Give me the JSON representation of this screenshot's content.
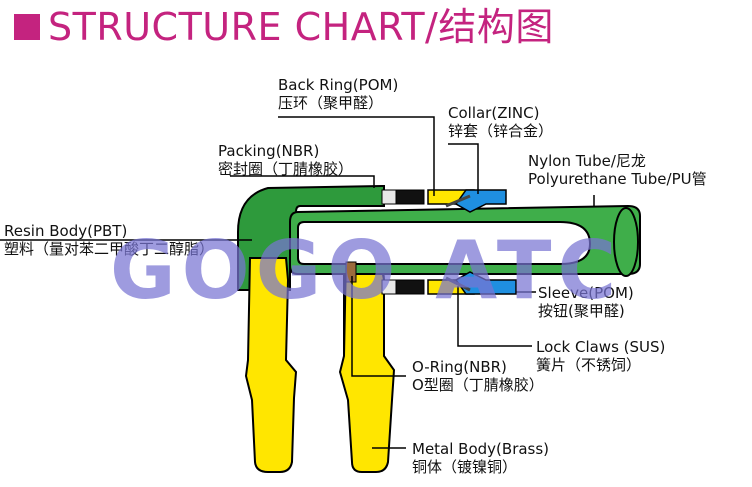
{
  "title": "STRUCTURE CHART/结构图",
  "watermark": "GOGO ATC",
  "colors": {
    "title": "#c4237f",
    "body_green": "#2e9a3c",
    "tube_green": "#3fae4a",
    "metal_yellow": "#ffe600",
    "sleeve_blue": "#1f8fe0",
    "outline": "#000000"
  },
  "labels": {
    "back_ring": {
      "line1": "Back Ring(POM)",
      "line2": "压环（聚甲醛）"
    },
    "collar": {
      "line1": "Collar(ZINC)",
      "line2": "锌套（锌合金）"
    },
    "packing": {
      "line1": "Packing(NBR)",
      "line2": "密封圈（丁腈橡胶）"
    },
    "nylon_tube": {
      "line1": "Nylon Tube/尼龙",
      "line2": "Polyurethane Tube/PU管"
    },
    "resin_body": {
      "line1": "Resin Body(PBT)",
      "line2": "塑料（量对苯二甲酸丁二醇脂）"
    },
    "sleeve": {
      "line1": "Sleeve(POM)",
      "line2": "按钮(聚甲醛)"
    },
    "lock_claws": {
      "line1": "Lock Claws (SUS)",
      "line2": "簧片（不锈饲）"
    },
    "o_ring": {
      "line1": "O-Ring(NBR)",
      "line2": "O型圈（丁腈橡胶）"
    },
    "metal_body": {
      "line1": "Metal Body(Brass)",
      "line2": "铜体（镀镍铜）"
    }
  }
}
